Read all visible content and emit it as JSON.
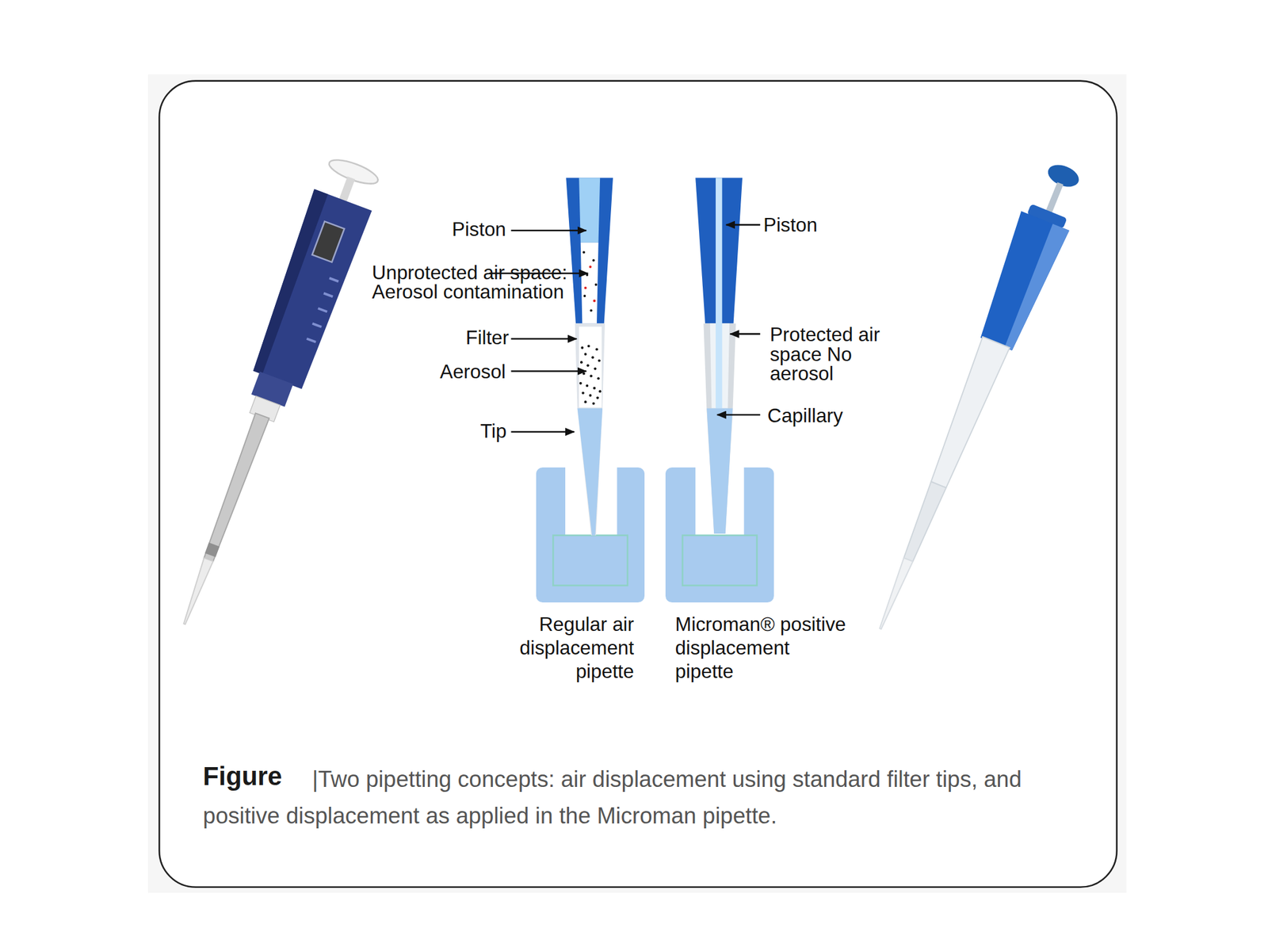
{
  "diagram": {
    "caption": "|Two pipetting concepts: air displacement using standard filter tips, and positive displacement as applied in the Microman pipette.",
    "labels": [
      "Piston",
      "Unprotected air space: Aerosol contamination",
      "Filter",
      "Aerosol",
      "Tip",
      "Piston",
      "Protected air space No aerosol",
      "Capillary",
      "Regular air displacement pipette",
      "Microman® positive displacement pipette",
      "Figure"
    ]
  }
}
